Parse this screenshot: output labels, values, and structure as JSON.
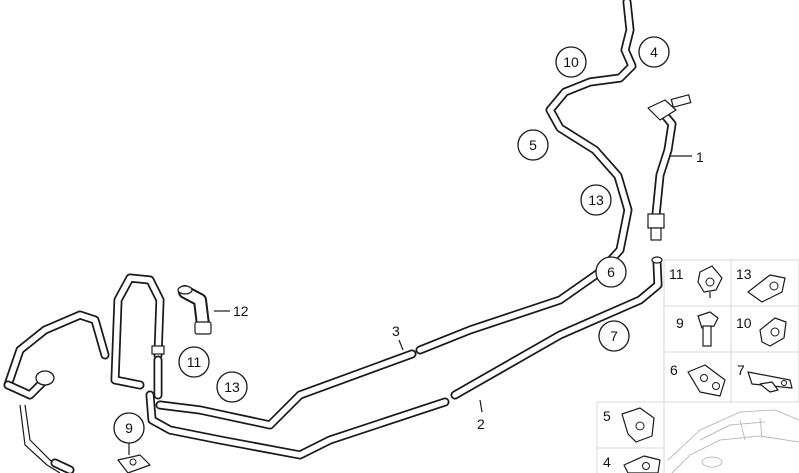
{
  "callouts": {
    "c1": "1",
    "c2": "2",
    "c3": "3",
    "c4": "4",
    "c5": "5",
    "c6": "6",
    "c7": "7",
    "c9": "9",
    "c10": "10",
    "c11": "11",
    "c12": "12",
    "c13a": "13",
    "c13b": "13"
  },
  "panel": {
    "p11": "11",
    "p13": "13",
    "p9": "9",
    "p10": "10",
    "p6": "6",
    "p7": "7",
    "p5": "5",
    "p4": "4"
  }
}
